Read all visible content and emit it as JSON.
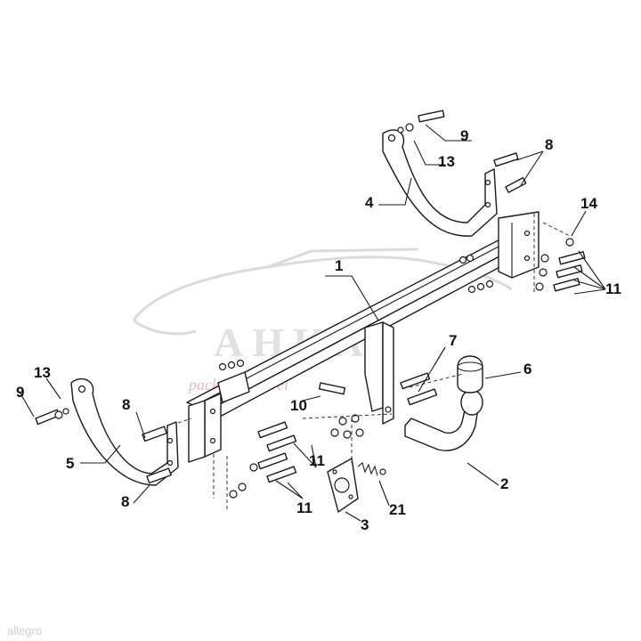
{
  "watermark": {
    "brand": "AHKA",
    "tagline": "pack and travel",
    "site": "allegro"
  },
  "labels": {
    "l1": "1",
    "l2": "2",
    "l3": "3",
    "l4": "4",
    "l5": "5",
    "l6": "6",
    "l7": "7",
    "l8a": "8",
    "l8b": "8",
    "l8c": "8",
    "l9a": "9",
    "l9b": "9",
    "l10": "10",
    "l11a": "11",
    "l11b": "11",
    "l11c": "11",
    "l13a": "13",
    "l13b": "13",
    "l14": "14",
    "l21": "21"
  }
}
